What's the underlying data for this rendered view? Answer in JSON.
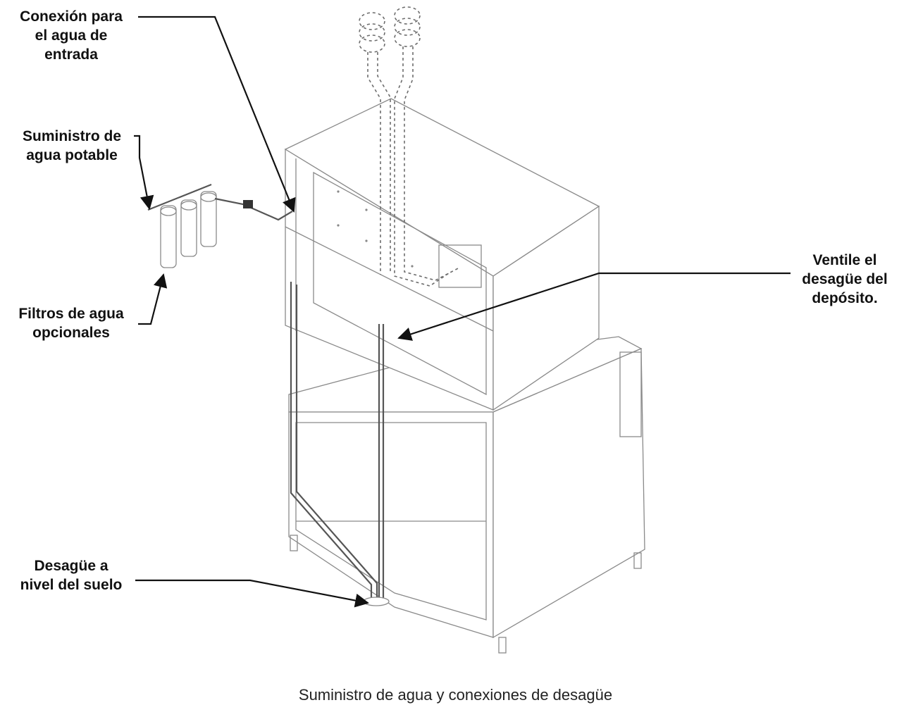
{
  "labels": {
    "inlet": [
      "Conexión para",
      "el agua de",
      "entrada"
    ],
    "potable": [
      "Suministro de",
      "agua potable"
    ],
    "filters": [
      "Filtros de agua",
      "opcionales"
    ],
    "vent": [
      "Ventile el",
      "desagüe del",
      "depósito."
    ],
    "floor": [
      "Desagüe a",
      "nivel del suelo"
    ]
  },
  "caption": "Suministro de agua y conexiones de desagüe"
}
